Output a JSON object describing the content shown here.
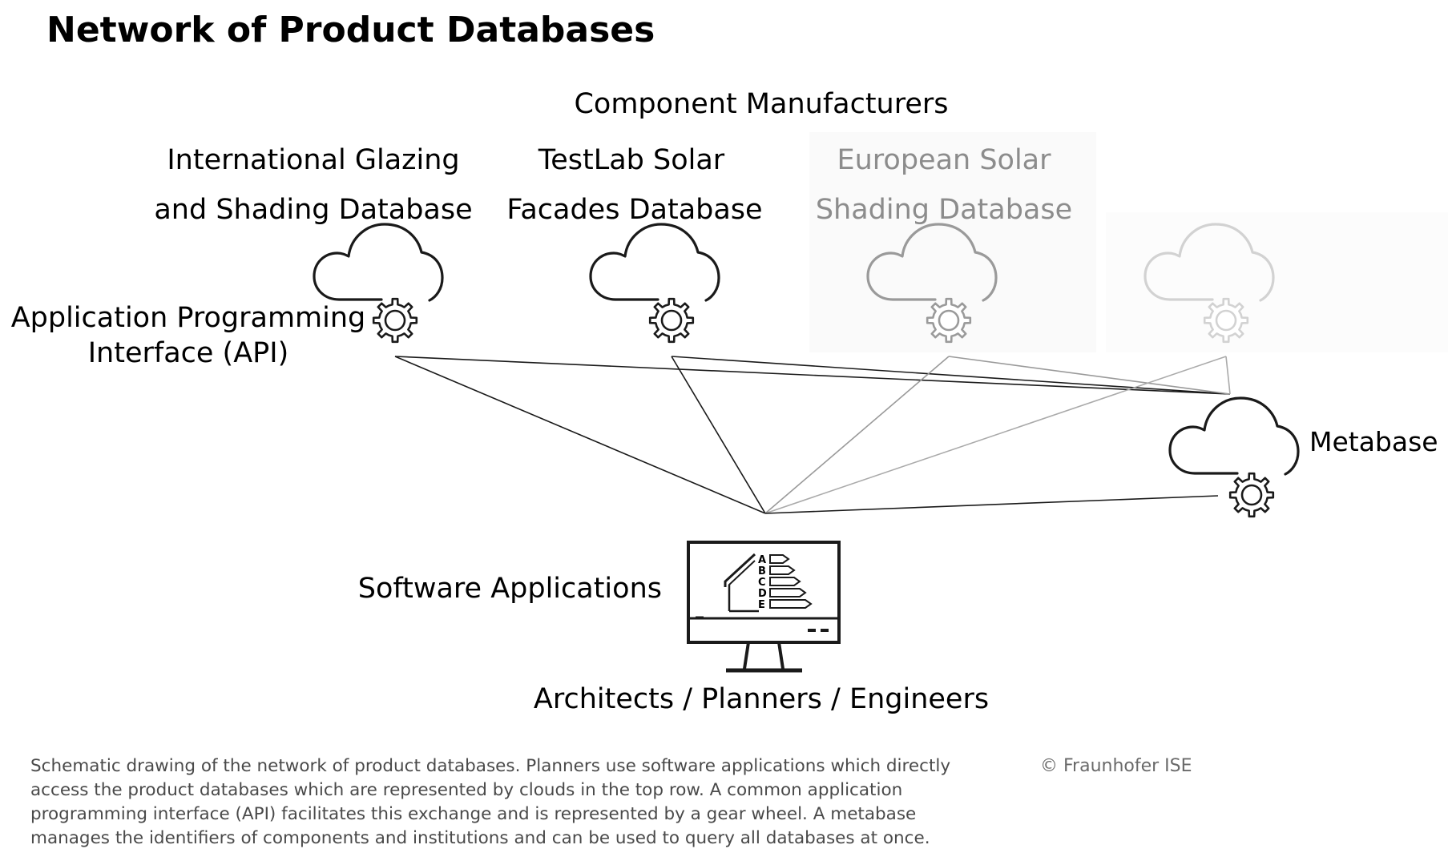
{
  "title": "Network of Product Databases",
  "group_label": "Component Manufacturers",
  "databases": [
    {
      "line1": "International Glazing",
      "line2": "and Shading Database",
      "state": "active"
    },
    {
      "line1": "TestLab Solar",
      "line2": "Facades Database",
      "state": "active"
    },
    {
      "line1": "European Solar",
      "line2": "Shading Database",
      "state": "faded"
    },
    {
      "line1": "",
      "line2": "",
      "state": "ghost"
    }
  ],
  "api_label": {
    "line1": "Application Programming",
    "line2": "Interface (API)"
  },
  "metabase_label": "Metabase",
  "software_label": "Software Applications",
  "users_label": "Architects / Planners / Engineers",
  "energy_classes": [
    "A",
    "B",
    "C",
    "D",
    "E"
  ],
  "caption": [
    "Schematic drawing of the network of product databases. Planners use software applications which directly",
    "access the product databases which are represented by clouds in the top row. A common application",
    "programming interface (API) facilitates this exchange and is represented by a gear wheel. A metabase",
    "manages the identifiers of components and institutions and can be used to query all databases at once."
  ],
  "copyright": "© Fraunhofer ISE",
  "colors": {
    "active": "#1a1a1a",
    "faded": "#9a9a9a",
    "ghost": "#cfcfcf",
    "faded_text": "#8c8c8c"
  },
  "icons": [
    "cloud-icon",
    "gear-icon",
    "monitor-icon"
  ]
}
